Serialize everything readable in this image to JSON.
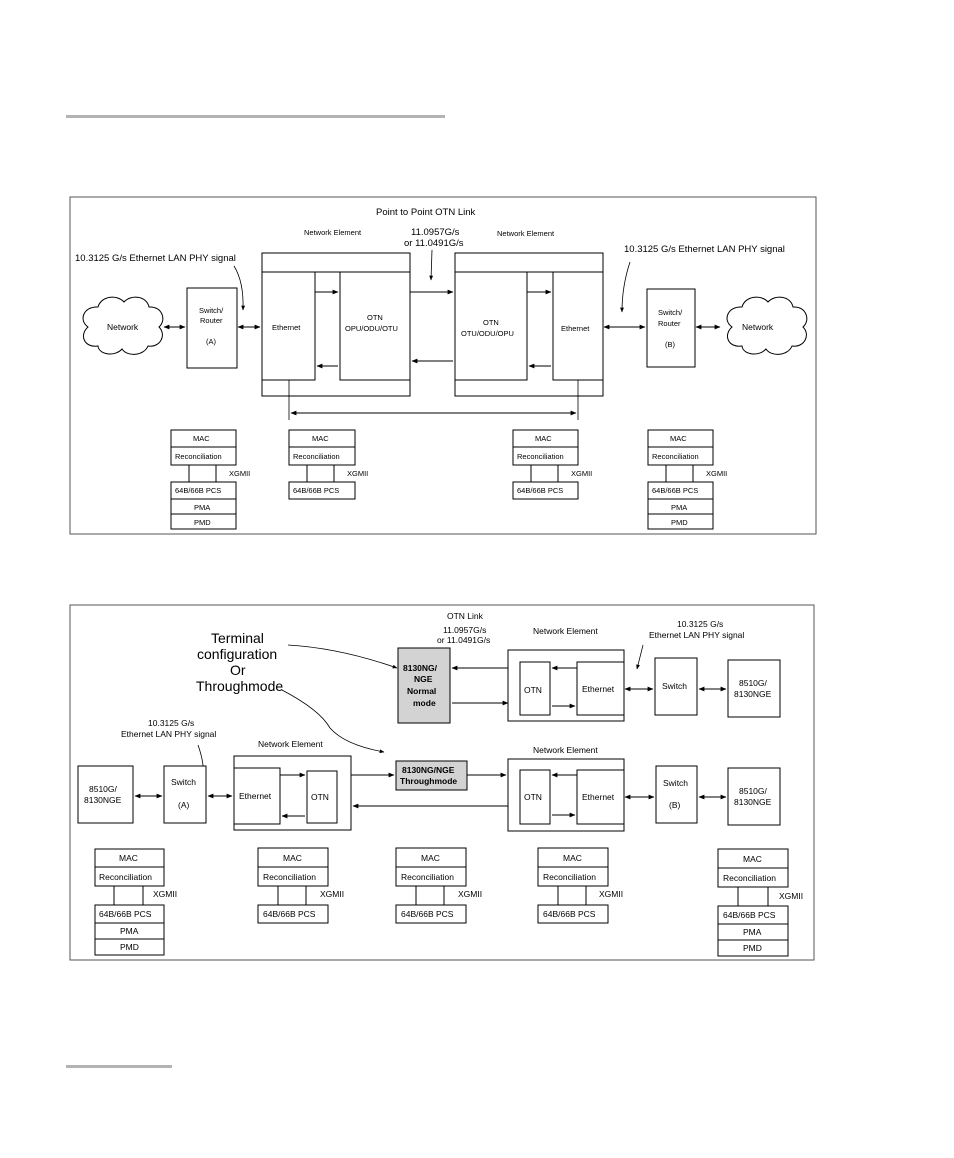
{
  "figure1": {
    "title": "Point to Point OTN Link",
    "ne_left_label": "Network Element",
    "ne_right_label": "Network Element",
    "rate_line1": "11.0957G/s",
    "rate_line2": "or 11.0491G/s",
    "signal_left": "10.3125 G/s Ethernet LAN PHY signal",
    "signal_right": "10.3125 G/s Ethernet LAN PHY signal",
    "network_left": "Network",
    "network_right": "Network",
    "switch_a_line1": "Switch/",
    "switch_a_line2": "Router",
    "switch_a_line3": "(A)",
    "switch_b_line1": "Switch/",
    "switch_b_line2": "Router",
    "switch_b_line3": "(B)",
    "ethernet_left": "Ethernet",
    "ethernet_right": "Ethernet",
    "otn_left_line1": "OTN",
    "otn_left_line2": "OPU/ODU/OTU",
    "otn_right_line1": "OTN",
    "otn_right_line2": "OTU/ODU/OPU",
    "stacks": [
      {
        "mac": "MAC",
        "rec": "Reconciliation",
        "xgmii": "XGMII",
        "pcs": "64B/66B PCS",
        "pma": "PMA",
        "pmd": "PMD"
      },
      {
        "mac": "MAC",
        "rec": "Reconciliation",
        "xgmii": "XGMII",
        "pcs": "64B/66B PCS"
      },
      {
        "mac": "MAC",
        "rec": "Reconciliation",
        "xgmii": "XGMII",
        "pcs": "64B/66B PCS"
      },
      {
        "mac": "MAC",
        "rec": "Reconciliation",
        "xgmii": "XGMII",
        "pcs": "64B/66B PCS",
        "pma": "PMA",
        "pmd": "PMD"
      }
    ]
  },
  "figure2": {
    "otn_link_line1": "OTN Link",
    "otn_link_line2": "11.0957G/s",
    "otn_link_line3": "or 11.0491G/s",
    "terminal_line1": "Terminal",
    "terminal_line2": "configuration",
    "terminal_line3": "Or",
    "terminal_line4": "Throughmode",
    "ne_top_label": "Network Element",
    "ne_left_label": "Network Element",
    "ne_right_label": "Network Element",
    "signal_top_line1": "10.3125 G/s",
    "signal_top_line2": "Ethernet LAN PHY signal",
    "signal_left_line1": "10.3125 G/s",
    "signal_left_line2": "Ethernet LAN PHY signal",
    "normal_line1": "8130NG/",
    "normal_line2": "NGE",
    "normal_line3": "Normal",
    "normal_line4": "mode",
    "through_line1": "8130NG/NGE",
    "through_line2": "Throughmode",
    "otn": "OTN",
    "ethernet": "Ethernet",
    "switch_top": "Switch",
    "switch_a_line1": "Switch",
    "switch_a_line2": "(A)",
    "switch_b_line1": "Switch",
    "switch_b_line2": "(B)",
    "dev_line1": "8510G/",
    "dev_line2": "8130NGE",
    "stacks": [
      {
        "mac": "MAC",
        "rec": "Reconciliation",
        "xgmii": "XGMII",
        "pcs": "64B/66B PCS",
        "pma": "PMA",
        "pmd": "PMD"
      },
      {
        "mac": "MAC",
        "rec": "Reconciliation",
        "xgmii": "XGMII",
        "pcs": "64B/66B PCS"
      },
      {
        "mac": "MAC",
        "rec": "Reconciliation",
        "xgmii": "XGMII",
        "pcs": "64B/66B PCS"
      },
      {
        "mac": "MAC",
        "rec": "Reconciliation",
        "xgmii": "XGMII",
        "pcs": "64B/66B PCS"
      },
      {
        "mac": "MAC",
        "rec": "Reconciliation",
        "xgmii": "XGMII",
        "pcs": "64B/66B PCS",
        "pma": "PMA",
        "pmd": "PMD"
      }
    ]
  }
}
